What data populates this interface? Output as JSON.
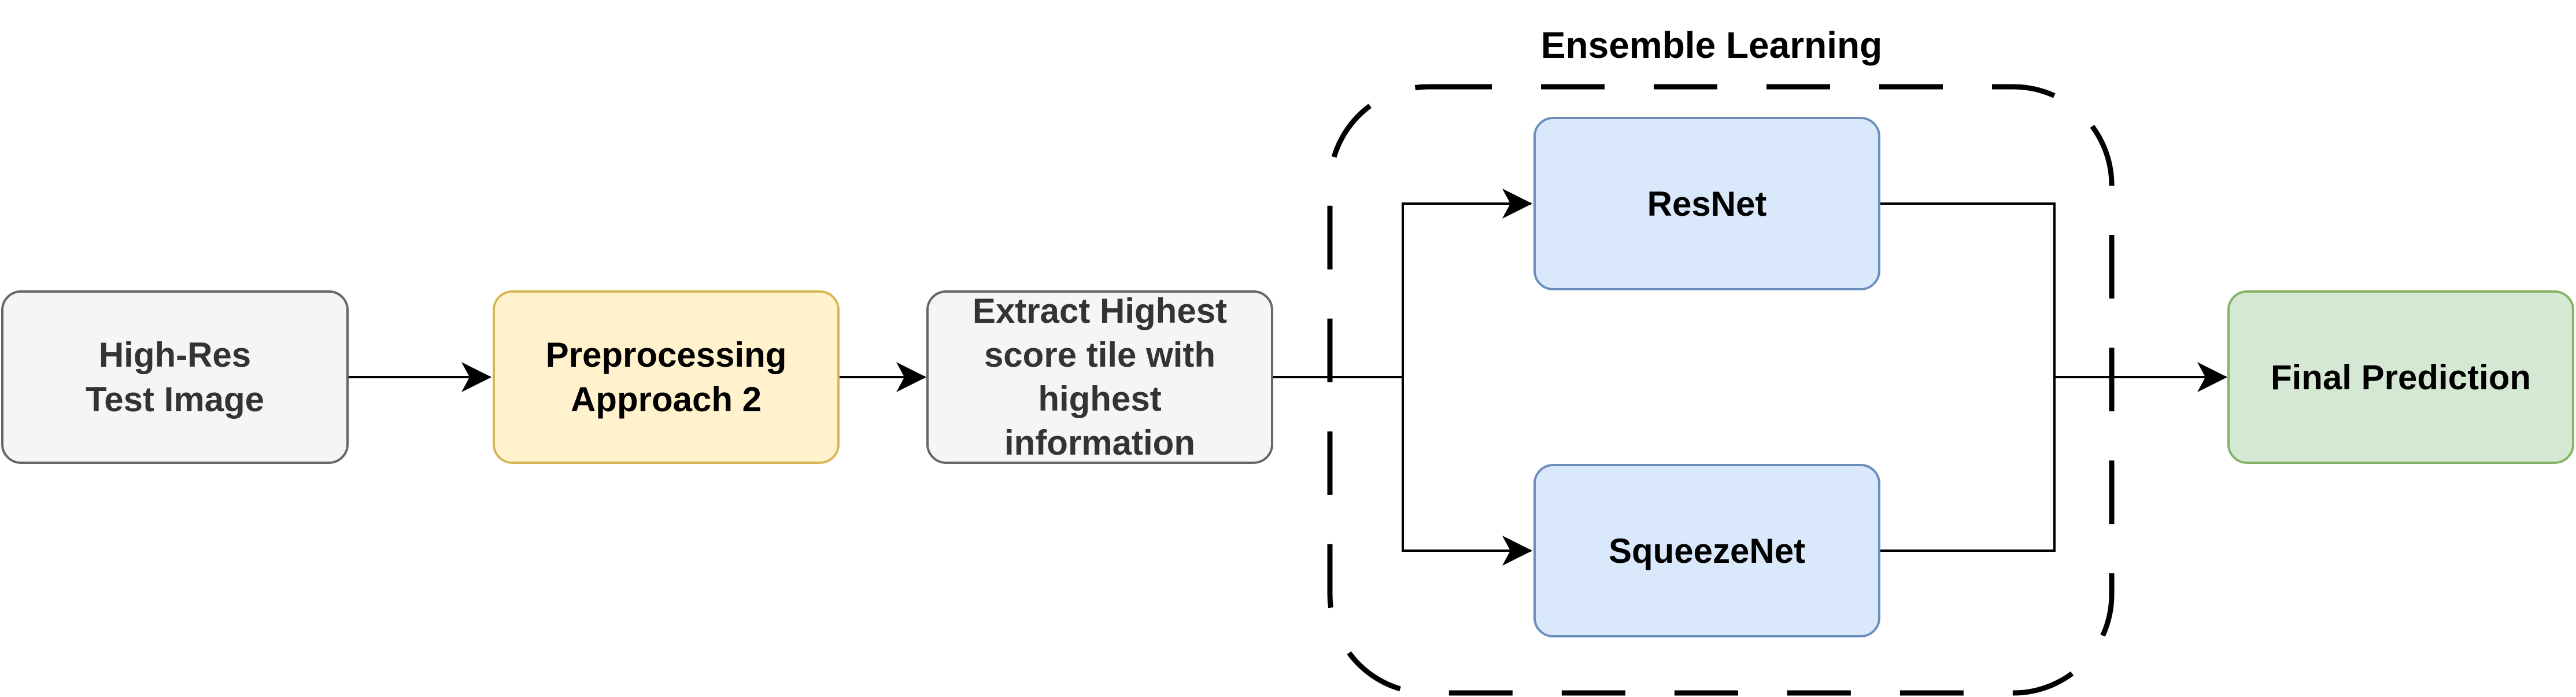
{
  "group": {
    "title": "Ensemble Learning"
  },
  "nodes": {
    "input": {
      "line1": "High-Res",
      "line2": "Test Image"
    },
    "preprocessing": {
      "line1": "Preprocessing",
      "line2": "Approach 2"
    },
    "extract": {
      "line1": "Extract Highest",
      "line2": "score tile with",
      "line3": "highest",
      "line4": "information"
    },
    "resnet": {
      "label": "ResNet"
    },
    "squeezenet": {
      "label": "SqueezeNet"
    },
    "final": {
      "label": "Final Prediction"
    }
  },
  "colors": {
    "gray_fill": "#f5f5f5",
    "gray_stroke": "#666666",
    "yellow_fill": "#fff2cc",
    "yellow_stroke": "#d6b656",
    "blue_fill": "#dae8fc",
    "blue_stroke": "#6c8ebf",
    "green_fill": "#d5e8d4",
    "green_stroke": "#82b366",
    "edge": "#000000"
  }
}
